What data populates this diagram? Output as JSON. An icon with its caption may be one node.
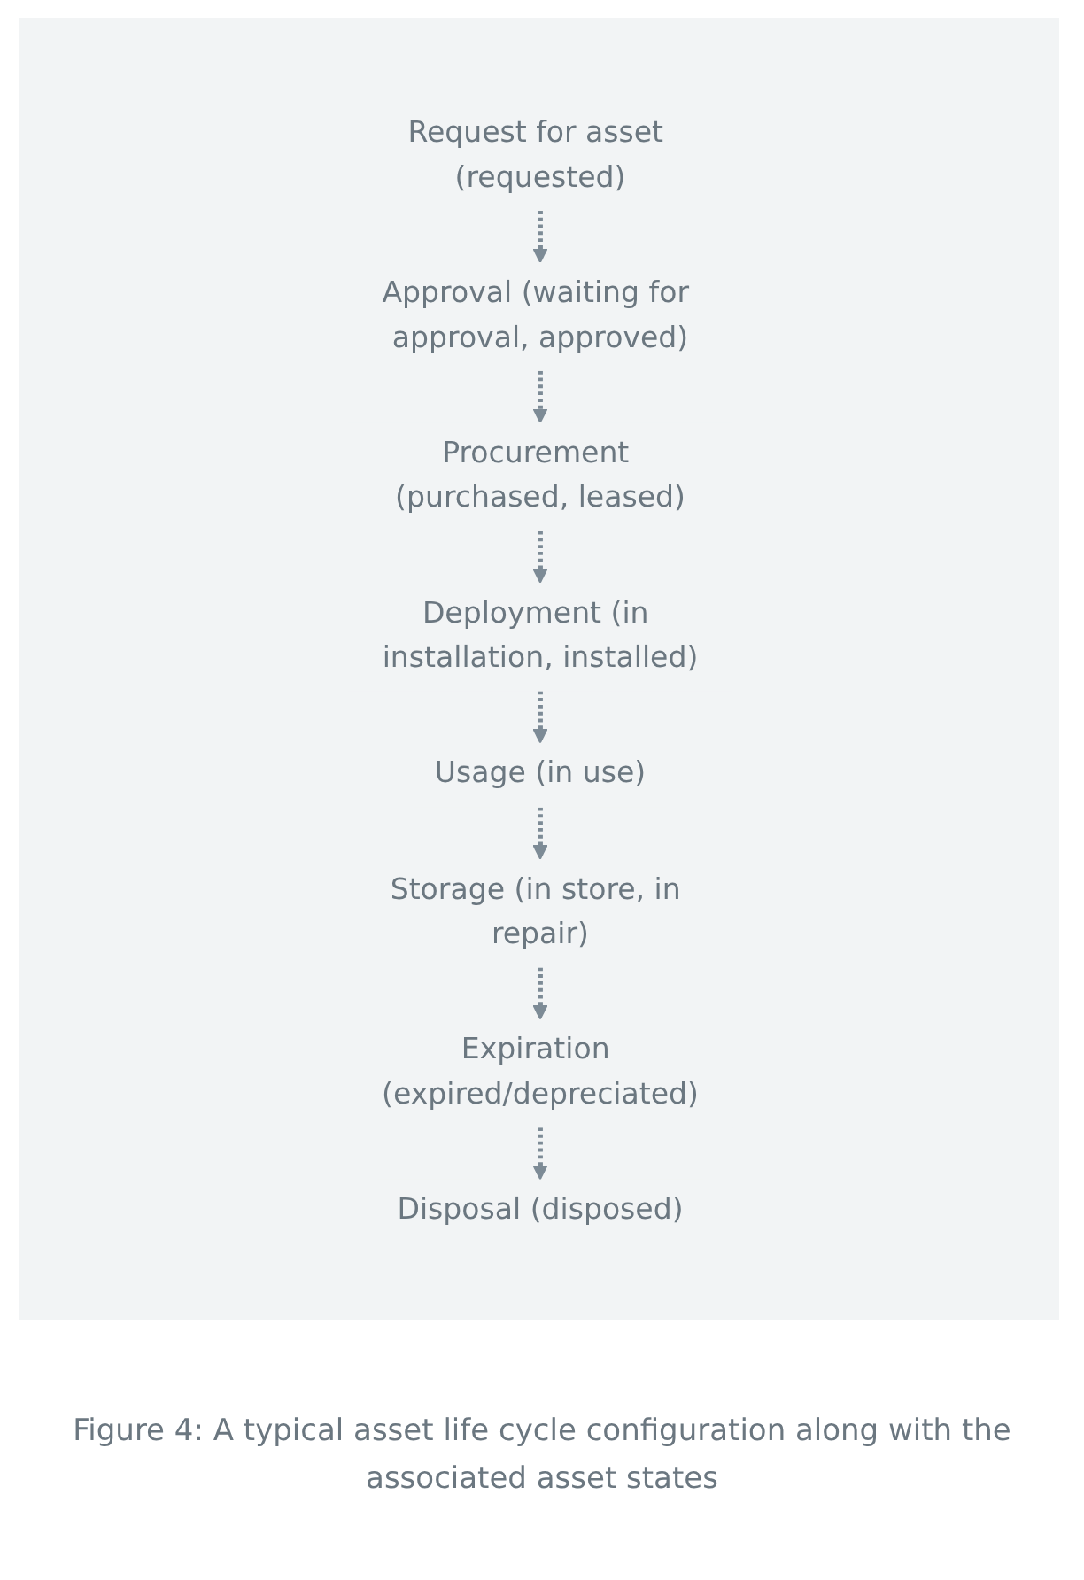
{
  "diagram": {
    "caption": "Figure 4: A typical asset life cycle configuration along with the associated asset states",
    "nodes": [
      {
        "text": [
          "Request for asset (requested)"
        ]
      },
      {
        "text": [
          "Approval (waiting for approval, approved)"
        ]
      },
      {
        "text": [
          "Procurement (purchased, leased)"
        ]
      },
      {
        "text": [
          "Deployment (in installation, installed)"
        ]
      },
      {
        "text": [
          "Usage (in use)"
        ]
      },
      {
        "text": [
          "Storage (in store, in repair)"
        ]
      },
      {
        "text": [
          "Expiration (expired/depreciated)"
        ]
      },
      {
        "text": [
          "Disposal (disposed)"
        ]
      }
    ],
    "edges": [
      {
        "from": 0,
        "to": 1,
        "arrow": "to",
        "style": "dashed"
      },
      {
        "from": 1,
        "to": 2,
        "arrow": "to",
        "style": "dashed"
      },
      {
        "from": 2,
        "to": 3,
        "arrow": "to",
        "style": "dashed"
      },
      {
        "from": 3,
        "to": 4,
        "arrow": "to",
        "style": "dashed"
      },
      {
        "from": 4,
        "to": 5,
        "arrow": "to",
        "style": "dashed"
      },
      {
        "from": 5,
        "to": 6,
        "arrow": "to",
        "style": "dashed"
      },
      {
        "from": 6,
        "to": 7,
        "arrow": "to",
        "style": "dashed"
      }
    ]
  }
}
